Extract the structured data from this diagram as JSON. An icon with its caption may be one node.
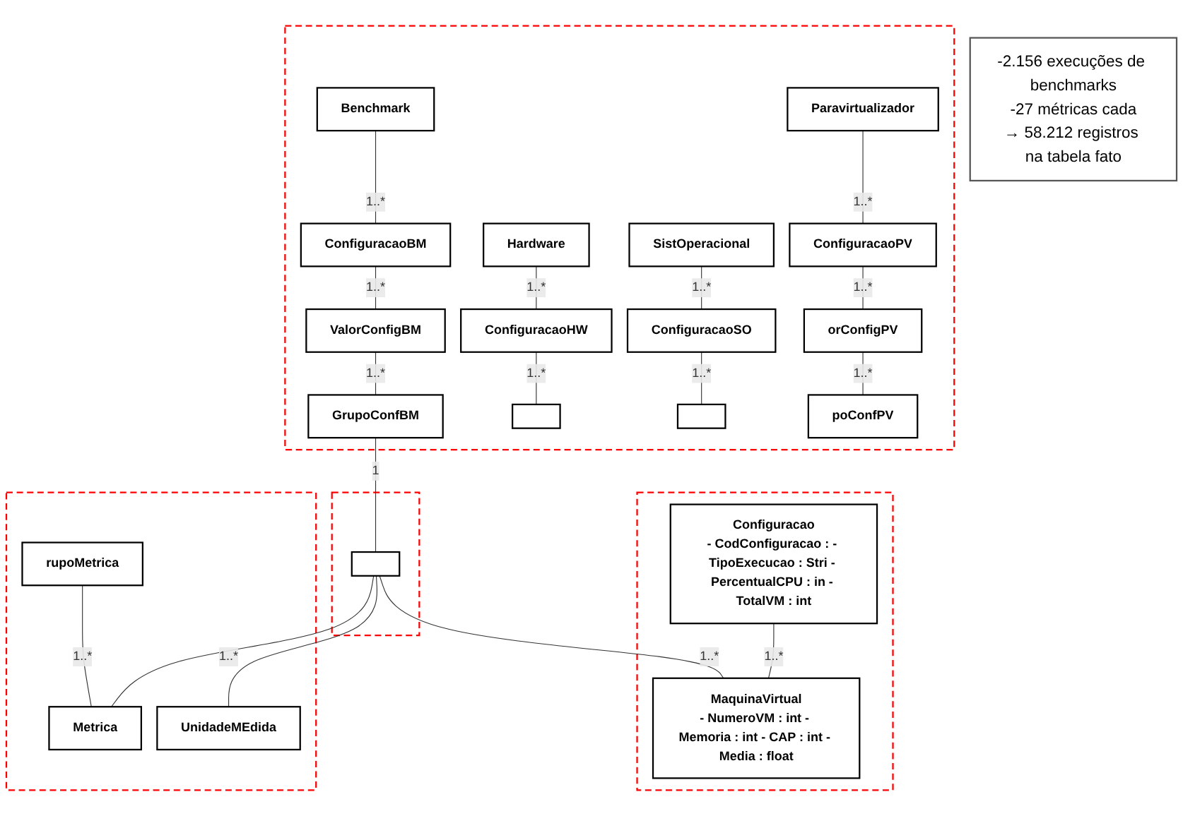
{
  "diagram": {
    "nodes": [
      {
        "text": [],
        "shape": "box"
      },
      {
        "text": [
          "Benchmark"
        ],
        "in": 0
      },
      {
        "text": [
          "ConfiguracaoBM"
        ],
        "in": 0
      },
      {
        "text": [
          "ValorConfigBM"
        ],
        "in": 0
      },
      {
        "text": [
          "GrupoConfBM"
        ],
        "in": 0
      },
      {
        "text": [
          "Hardware"
        ],
        "in": 0
      },
      {
        "text": [
          "ConfiguracaoHW"
        ],
        "in": 0
      },
      {
        "text": [],
        "shape": "box",
        "in": 0
      },
      {
        "text": [
          "SistOperacional"
        ],
        "in": 0
      },
      {
        "text": [
          "ConfiguracaoSO"
        ],
        "in": 0
      },
      {
        "text": [],
        "shape": "box",
        "in": 0
      },
      {
        "text": [
          "Paravirtualizador"
        ],
        "in": 0
      },
      {
        "text": [
          "ConfiguracaoPV"
        ],
        "in": 0
      },
      {
        "text": [
          "orConfigPV"
        ],
        "in": 0
      },
      {
        "text": [
          "poConfPV"
        ],
        "in": 0
      },
      {
        "text": [],
        "shape": "box"
      },
      {
        "text": [
          "Configuracao",
          "- CodConfiguracao : - TipoExecucao : Stri - PercentualCPU : in - TotalVM : int"
        ],
        "in": 15
      },
      {
        "text": [
          "MaquinaVirtual",
          "- NumeroVM : int - Memoria : int - CAP : int - Media : float"
        ],
        "in": 15
      },
      {
        "text": [],
        "shape": "box"
      },
      {
        "text": [],
        "shape": "box",
        "in": 18
      },
      {
        "text": [],
        "shape": "box"
      },
      {
        "text": [
          "rupoMetrica"
        ],
        "in": 20
      },
      {
        "text": [
          "Metrica"
        ],
        "in": 20
      },
      {
        "text": [
          "UnidadeMEdida"
        ],
        "in": 20
      },
      {
        "text": [
          "-2.156 execuções de benchmarks",
          "-27 métricas cada",
          "→ 58.212 registros na tabela fato"
        ]
      }
    ],
    "edges": [
      {
        "from": 1,
        "to": 2,
        "arrow": "none",
        "label": "1..*"
      },
      {
        "from": 2,
        "to": 3,
        "arrow": "none",
        "label": "1..*"
      },
      {
        "from": 3,
        "to": 4,
        "arrow": "none",
        "label": "1..*"
      },
      {
        "from": 5,
        "to": 6,
        "arrow": "none",
        "label": "1..*"
      },
      {
        "from": 6,
        "to": 7,
        "arrow": "none",
        "label": "1..*"
      },
      {
        "from": 8,
        "to": 9,
        "arrow": "none",
        "label": "1..*"
      },
      {
        "from": 9,
        "to": 10,
        "arrow": "none",
        "label": "1..*"
      },
      {
        "from": 11,
        "to": 12,
        "arrow": "none",
        "label": "1..*"
      },
      {
        "from": 12,
        "to": 13,
        "arrow": "none",
        "label": "1..*"
      },
      {
        "from": 13,
        "to": 14,
        "arrow": "none",
        "label": "1..*"
      },
      {
        "from": 4,
        "to": 19,
        "arrow": "none",
        "label": "1"
      },
      {
        "from": 16,
        "to": 17,
        "arrow": "none",
        "label": "1..*"
      },
      {
        "from": 19,
        "to": 17,
        "arrow": "none",
        "label": "1..*"
      },
      {
        "from": 19,
        "to": 23,
        "arrow": "none",
        "label": "1..*"
      },
      {
        "from": 19,
        "to": 22,
        "arrow": "none"
      },
      {
        "from": 21,
        "to": 22,
        "arrow": "none",
        "label": "1..*"
      }
    ]
  }
}
